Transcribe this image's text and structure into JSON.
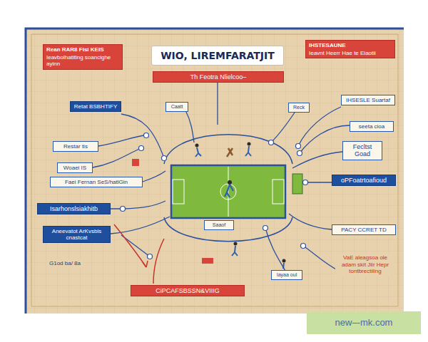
{
  "diagram": {
    "title": "WIO, LIREMFARATJIT",
    "nodes": [
      {
        "text": [
          "Rean RAR8 Fisi KEIS",
          "Ieavbolhatiting soancighe ayinn"
        ]
      },
      {
        "text": [
          "Th Feotra Nlielcoo–"
        ]
      },
      {
        "text": [
          "IHSTESAUNE",
          "Ieavnt Heerr Hae te Eiaotii"
        ]
      },
      {
        "text": [
          "Retat BSBHTIFY"
        ]
      },
      {
        "text": [
          "Caatt"
        ]
      },
      {
        "text": [
          "Reck"
        ]
      },
      {
        "text": [
          "IHSESLE Suartaf"
        ]
      },
      {
        "text": [
          "Restar tis"
        ]
      },
      {
        "text": [
          "Woaei IS"
        ]
      },
      {
        "text": [
          "Faei Fernan SeS/hatlGin"
        ]
      },
      {
        "text": [
          "seeta cioa"
        ]
      },
      {
        "text": [
          "Fecltst Goad"
        ]
      },
      {
        "text": [
          "oPFoatrtoafioud"
        ]
      },
      {
        "text": [
          "Isarhonslsiakhitb"
        ]
      },
      {
        "text": [
          "Aneevatot ArKvsbls cnastcat"
        ]
      },
      {
        "text": [
          "PACY CCRET TD"
        ]
      },
      {
        "text": [
          "Saaof"
        ]
      },
      {
        "text": [
          "Iayaa oul"
        ]
      },
      {
        "text": [
          "CiPCAFSBSSN&VIIIG"
        ]
      }
    ],
    "labels": [
      "G1od ba/ 8a",
      "VaE aleagsoa ole adam skit Jiir Hepr tontbrectiling",
      "new–-mk.com"
    ]
  }
}
